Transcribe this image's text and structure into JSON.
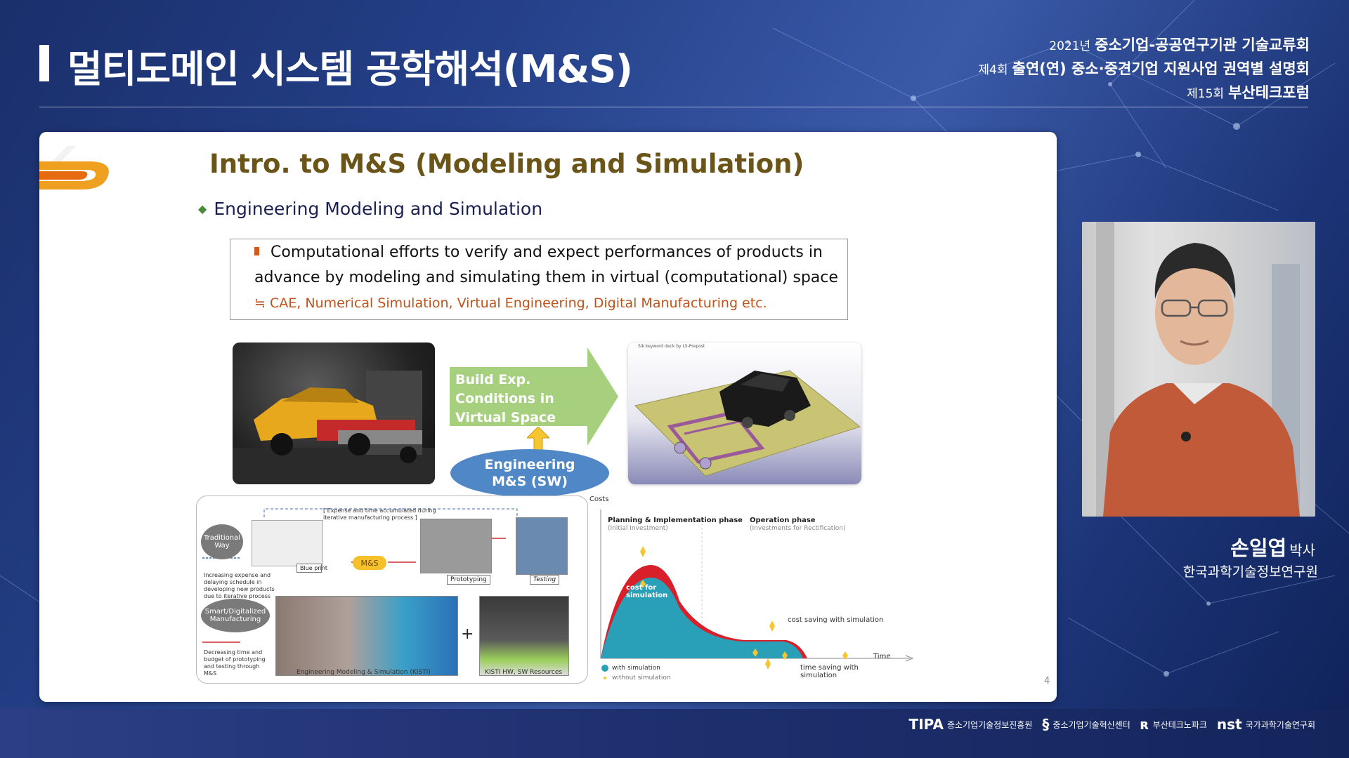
{
  "header": {
    "title": "멀티도메인 시스템 공학해석(M&S)",
    "events": [
      {
        "prefix": "2021년",
        "main": "중소기업-공공연구기관 기술교류회"
      },
      {
        "prefix": "제4회",
        "main": "출연(연) 중소·중견기업 지원사업 권역별 설명회"
      },
      {
        "prefix": "제15회",
        "main": "부산테크포럼"
      }
    ]
  },
  "slide": {
    "title": "Intro. to M&S (Modeling and Simulation)",
    "subheading": "Engineering Modeling and Simulation",
    "definition": {
      "line1": "Computational efforts to verify and expect performances of products in",
      "line2": "advance by modeling and  simulating them in virtual (computational) space",
      "line3": "≒ CAE, Numerical Simulation, Virtual Engineering, Digital Manufacturing etc."
    },
    "arrow_text": "Build Exp. Conditions in Virtual Space",
    "engineering_label_1": "Engineering",
    "engineering_label_2": "M&S (SW)",
    "sim_caption": "Sik keyword deck by LS-Prepost",
    "diagram": {
      "expense_note": "[ Expense and time accumulated during iterative manufacturing process ]",
      "traditional_label": "Traditional Way",
      "traditional_note": "Increasing expense and delaying schedule in developing new products due to iterative process",
      "blueprint": "Blue print",
      "ms_pill": "M&S",
      "prototyping": "Prototyping",
      "testing": "Testing",
      "smart_label": "Smart/Digitalized Manufacturing",
      "smart_note": "Decreasing time and budget of prototyping and testing through M&S",
      "eng_ms_caption": "Engineering Modeling & Simulation (KISTI)",
      "plus": "+",
      "kisti_caption": "KISTI HW, SW Resources"
    },
    "cost_chart": {
      "y_label": "Costs",
      "x_label": "Time",
      "phase1_title": "Planning & Implementation phase",
      "phase1_sub": "(Initial Investment)",
      "phase2_title": "Operation phase",
      "phase2_sub": "(Investments for Rectification)",
      "cost_for_sim": "cost for simulation",
      "cost_saving": "cost saving with simulation",
      "time_saving": "time saving with simulation",
      "legend_with": "with simulation",
      "legend_without": "without simulation",
      "colors": {
        "with": "#2aa0b8",
        "without": "#d8202a"
      }
    },
    "page_number": "4"
  },
  "speaker": {
    "name": "손일엽",
    "title": "박사",
    "organization": "한국과학기술정보연구원"
  },
  "sponsors": [
    {
      "mark": "TIPA",
      "text": "중소기업기술정보진흥원"
    },
    {
      "mark": "",
      "text": "중소기업기술혁신센터"
    },
    {
      "mark": "",
      "text": "부산테크노파크"
    },
    {
      "mark": "nst",
      "text": "국가과학기술연구회"
    }
  ]
}
